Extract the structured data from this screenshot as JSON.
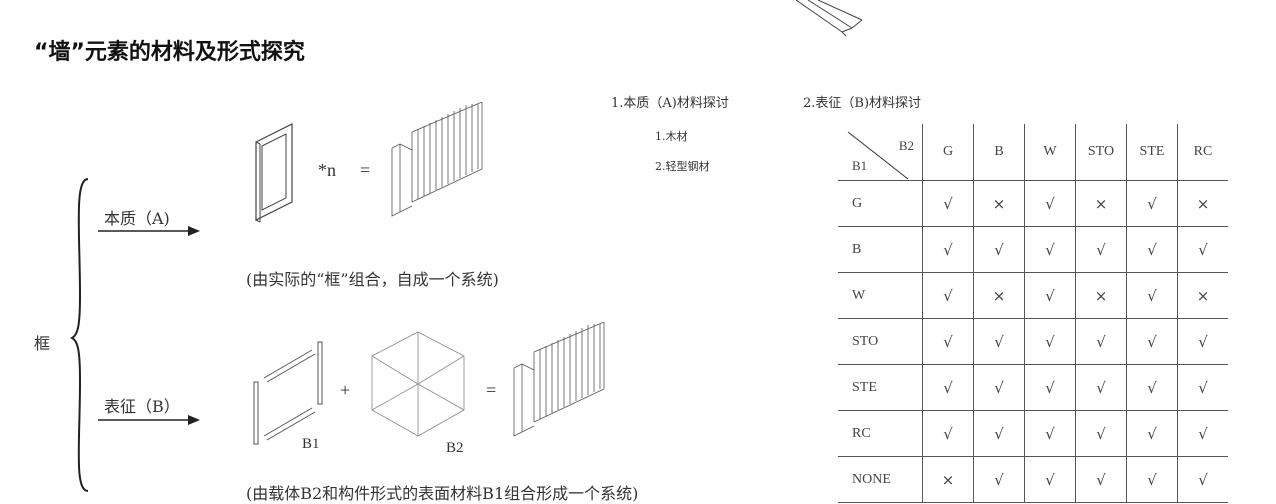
{
  "title": "“墙”元素的材料及形式探究",
  "left": {
    "root_label": "框",
    "branch_a_label": "本质（A)",
    "branch_b_label": "表征（B）",
    "eq_a_multiplier": "*n",
    "eq_equals": "=",
    "eq_plus": "+",
    "b1_label": "B1",
    "b2_label": "B2",
    "caption_a": "(由实际的“框”组合，自成一个系统)",
    "caption_b": "(由载体B2和构件形式的表面材料B1组合形成一个系统)"
  },
  "section1": {
    "heading": "1.本质（A)材料探讨",
    "items": [
      "1.木材",
      "2.轻型钢材"
    ]
  },
  "section2": {
    "heading": "2.表征（B)材料探讨"
  },
  "table": {
    "corner_top": "B2",
    "corner_bottom": "B1",
    "columns": [
      "G",
      "B",
      "W",
      "STO",
      "STE",
      "RC"
    ],
    "rows": [
      {
        "label": "G",
        "cells": [
          "√",
          "×",
          "√",
          "×",
          "√",
          "×"
        ]
      },
      {
        "label": "B",
        "cells": [
          "√",
          "√",
          "√",
          "√",
          "√",
          "√"
        ]
      },
      {
        "label": "W",
        "cells": [
          "√",
          "×",
          "√",
          "×",
          "√",
          "×"
        ]
      },
      {
        "label": "STO",
        "cells": [
          "√",
          "√",
          "√",
          "√",
          "√",
          "√"
        ]
      },
      {
        "label": "STE",
        "cells": [
          "√",
          "√",
          "√",
          "√",
          "√",
          "√"
        ]
      },
      {
        "label": "RC",
        "cells": [
          "√",
          "√",
          "√",
          "√",
          "√",
          "√"
        ]
      },
      {
        "label": "NONE",
        "cells": [
          "×",
          "√",
          "√",
          "√",
          "√",
          "√"
        ]
      }
    ]
  }
}
